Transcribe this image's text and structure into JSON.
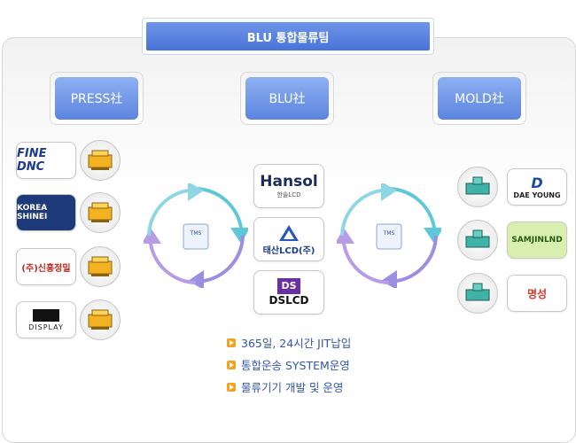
{
  "header": {
    "title": "BLU 통합물류팀"
  },
  "columns": {
    "left": "PRESS社",
    "center": "BLU社",
    "right": "MOLD社"
  },
  "press_companies": [
    {
      "name": "FINE DNC"
    },
    {
      "name": "KOREA SHINEI"
    },
    {
      "name": "(주)신흥정밀"
    },
    {
      "name": "DISPLAY"
    }
  ],
  "blu_companies": [
    {
      "name": "Hansol",
      "sub": "한솔LCD"
    },
    {
      "name": "태산LCD(주)"
    },
    {
      "name": "DSLCD",
      "mark": "DS"
    }
  ],
  "mold_companies": [
    {
      "name": "DAE YOUNG"
    },
    {
      "name": "SAMJINLND"
    },
    {
      "name": "명성"
    }
  ],
  "cycle": {
    "label": "TMS"
  },
  "bullets": [
    "365일, 24시간 JIT납입",
    "통합운송 SYSTEM운영",
    "물류기기 개발 및 운영"
  ],
  "colors": {
    "accent": "#5b84de",
    "bullet": "#f4a21e",
    "text": "#3356a8"
  }
}
